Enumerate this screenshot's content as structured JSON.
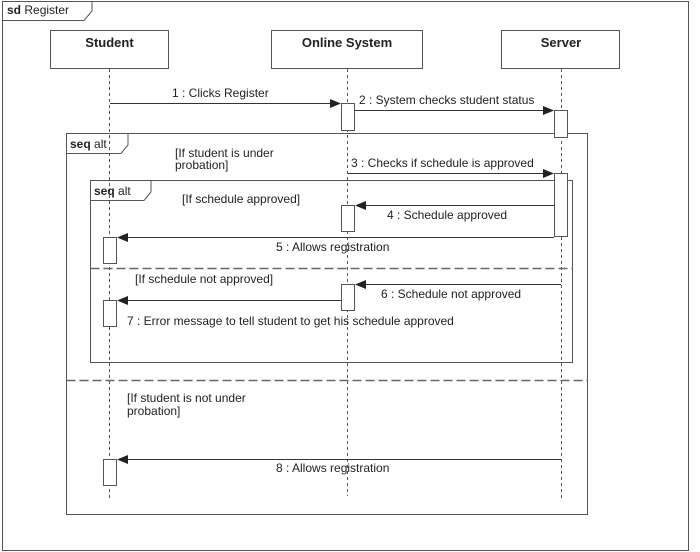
{
  "frame": {
    "keyword": "sd",
    "name": "Register"
  },
  "lifelines": {
    "student": "Student",
    "online_system": "Online System",
    "server": "Server"
  },
  "messages": {
    "m1": "1 : Clicks Register",
    "m2": "2 : System checks student status",
    "m3": "3 : Checks if schedule is approved",
    "m4": "4 : Schedule approved",
    "m5": "5 : Allows registration",
    "m6": "6 : Schedule not approved",
    "m7": "7 : Error message to tell student to get his schedule approved",
    "m8": "8 : Allows registration"
  },
  "fragments": {
    "outer": {
      "keyword": "seq",
      "operator": "alt",
      "guard1_line1": "[If student is under",
      "guard1_line2": "probation]",
      "guard2_line1": "[If student is not under",
      "guard2_line2": "probation]"
    },
    "inner": {
      "keyword": "seq",
      "operator": "alt",
      "guard1": "[If schedule approved]",
      "guard2": "[If schedule not approved]"
    }
  },
  "colors": {
    "line": "#333333",
    "dashed": "#666666",
    "box_fill": "#ffffff"
  }
}
